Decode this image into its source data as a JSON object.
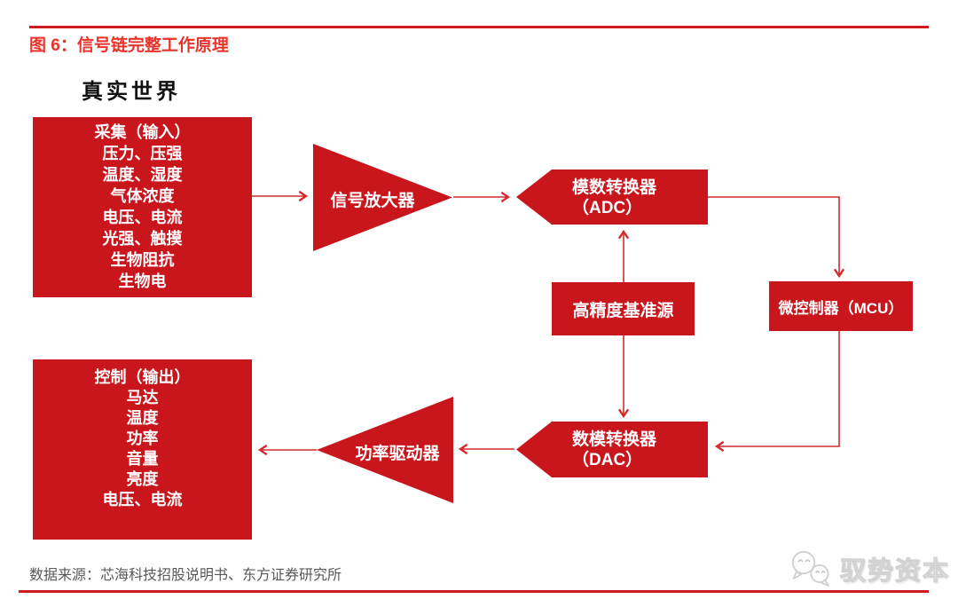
{
  "header": {
    "title": "图 6：信号链完整工作原理",
    "title_color": "#E8332B",
    "rule_color": "#CE1A1C"
  },
  "diagram": {
    "world_label": "真实世界",
    "shape_color": "#C9151C",
    "arrow_color": "#D42A2A",
    "shape_text_color": "#FFFFFF",
    "input_box": {
      "title": "采集（输入）",
      "lines": [
        "压力、压强",
        "温度、湿度",
        "气体浓度",
        "电压、电流",
        "光强、触摸",
        "生物阻抗",
        "生物电"
      ]
    },
    "amplifier": {
      "label": "信号放大器"
    },
    "adc": {
      "line1": "模数转换器",
      "line2": "（ADC）"
    },
    "reference": {
      "label": "高精度基准源"
    },
    "mcu": {
      "label": "微控制器（MCU）"
    },
    "dac": {
      "line1": "数模转换器",
      "line2": "（DAC）"
    },
    "power_driver": {
      "label": "功率驱动器"
    },
    "output_box": {
      "title": "控制（输出）",
      "lines": [
        "马达",
        "温度",
        "功率",
        "音量",
        "亮度",
        "电压、电流"
      ]
    },
    "connections": [
      {
        "from": "采集（输入）",
        "to": "信号放大器"
      },
      {
        "from": "信号放大器",
        "to": "模数转换器（ADC）"
      },
      {
        "from": "模数转换器（ADC）",
        "to": "微控制器（MCU）"
      },
      {
        "from": "高精度基准源",
        "to": "模数转换器（ADC）"
      },
      {
        "from": "高精度基准源",
        "to": "数模转换器（DAC）"
      },
      {
        "from": "微控制器（MCU）",
        "to": "数模转换器（DAC）"
      },
      {
        "from": "数模转换器（DAC）",
        "to": "功率驱动器"
      },
      {
        "from": "功率驱动器",
        "to": "控制（输出）"
      }
    ]
  },
  "footer": {
    "source": "数据来源：芯海科技招股说明书、东方证券研究所",
    "source_color": "#595959",
    "logo_text": "驭势资本"
  }
}
